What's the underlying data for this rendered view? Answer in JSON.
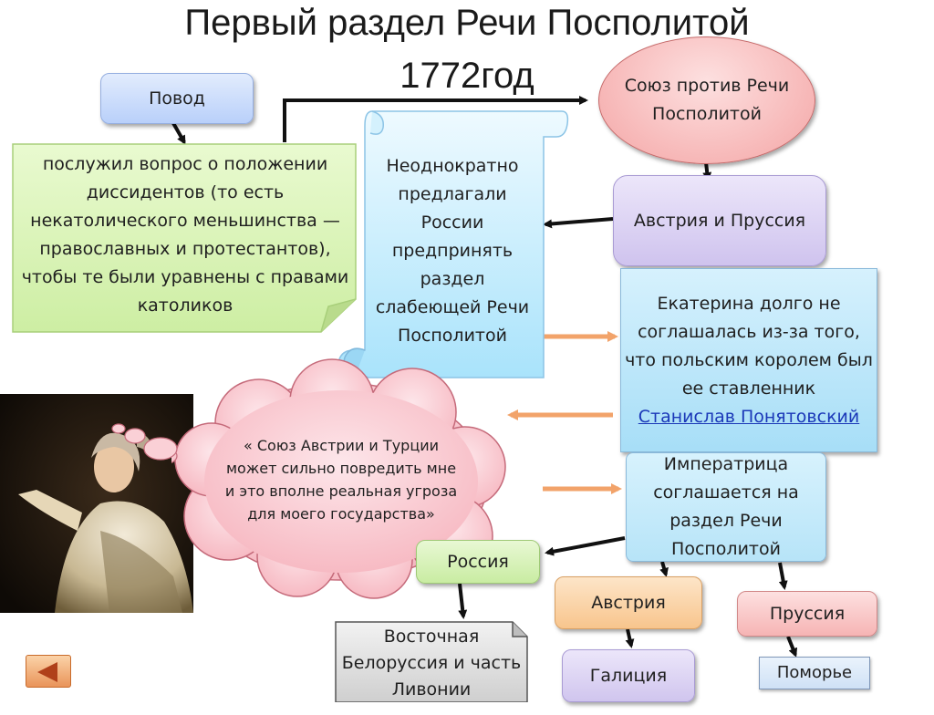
{
  "title": {
    "line1": "Первый раздел Речи Посполитой",
    "line2": "1772год"
  },
  "nodes": {
    "povod": "Повод",
    "reason": "послужил вопрос о положении диссидентов (то есть некатолического меньшинства — православных и протестантов), чтобы те были уравнены с правами католиков",
    "union": "Союз против Речи Посполитой",
    "scroll": "Неоднократно предлагали России предпринять раздел слабеющей Речи Посполитой",
    "austria_prussia": "Австрия и Пруссия",
    "catherine": "Екатерина долго не соглашалась из-за того, что польским королем был ее ставленник",
    "catherine_link": "Станислав Понятовский",
    "cloud": "« Союз Австрии и Турции может сильно повредить мне и это вполне реальная угроза для моего государства»",
    "empress": "Императрица соглашается на раздел Речи Посполитой",
    "russia": "Россия",
    "austria": "Австрия",
    "prussia": "Пруссия",
    "east": "Восточная Белоруссия и часть Ливонии",
    "galicia": "Галиция",
    "pomorye": "Поморье"
  },
  "colors": {
    "blue": "#c9dcfb",
    "green": "#dcf5b8",
    "pink": "#f9c6c6",
    "lavender": "#dcd2f2",
    "cyan": "#c7ecfb",
    "lightblue": "#e7f1fb",
    "orange": "#fcd8b0",
    "grey": "#dedede",
    "arrow_dark": "#111111",
    "arrow_orange": "#f2a36a",
    "link": "#1b38b8"
  },
  "nav": {
    "back_icon": "triangle-left-icon"
  }
}
